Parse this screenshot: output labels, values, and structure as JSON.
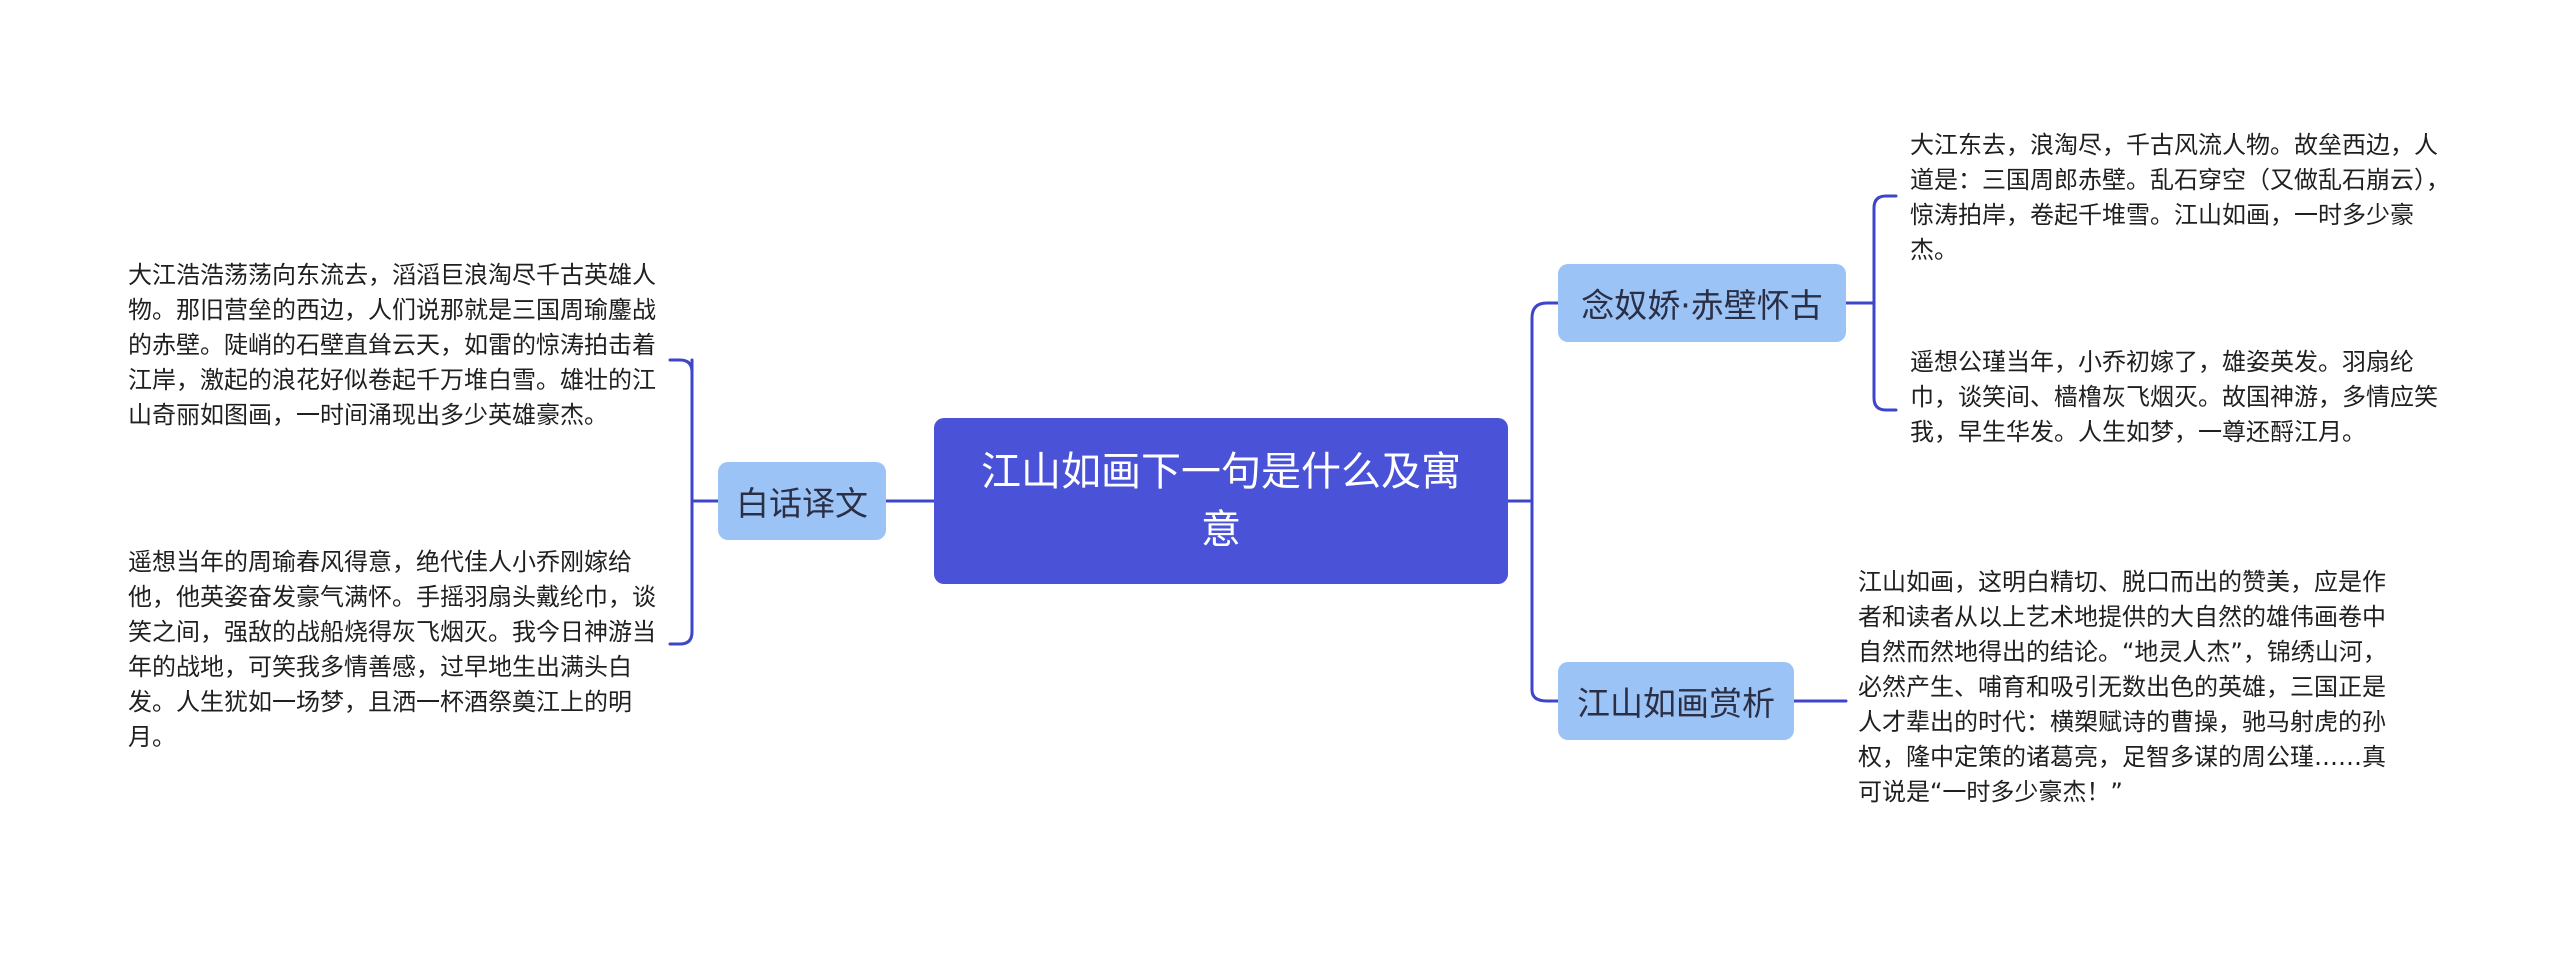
{
  "root": {
    "title": "江山如画下一句是什么及寓意"
  },
  "branches": [
    {
      "label": "白话译文",
      "leaves": [
        "大江浩浩荡荡向东流去，滔滔巨浪淘尽千古英雄人物。那旧营垒的西边，人们说那就是三国周瑜鏖战的赤壁。陡峭的石壁直耸云天，如雷的惊涛拍击着江岸，激起的浪花好似卷起千万堆白雪。雄壮的江山奇丽如图画，一时间涌现出多少英雄豪杰。",
        "遥想当年的周瑜春风得意，绝代佳人小乔刚嫁给他，他英姿奋发豪气满怀。手摇羽扇头戴纶巾，谈笑之间，强敌的战船烧得灰飞烟灭。我今日神游当年的战地，可笑我多情善感，过早地生出满头白发。人生犹如一场梦，且洒一杯酒祭奠江上的明月。"
      ]
    },
    {
      "label": "念奴娇·赤壁怀古",
      "leaves": [
        "大江东去，浪淘尽，千古风流人物。故垒西边，人道是：三国周郎赤壁。乱石穿空（又做乱石崩云），惊涛拍岸，卷起千堆雪。江山如画，一时多少豪杰。",
        "遥想公瑾当年，小乔初嫁了，雄姿英发。羽扇纶巾，谈笑间、樯橹灰飞烟灭。故国神游，多情应笑我，早生华发。人生如梦，一尊还酹江月。"
      ]
    },
    {
      "label": "江山如画赏析",
      "leaves": [
        "江山如画，这明白精切、脱口而出的赞美，应是作者和读者从以上艺术地提供的大自然的雄伟画卷中自然而然地得出的结论。“地灵人杰”，锦绣山河，必然产生、哺育和吸引无数出色的英雄，三国正是人才辈出的时代：横槊赋诗的曹操，驰马射虎的孙权，隆中定策的诸葛亮，足智多谋的周公瑾……真可说是“一时多少豪杰！”"
      ]
    }
  ],
  "colors": {
    "root_fill": "#4a52d8",
    "branch_fill": "#9cc3f5",
    "connector": "#3d46c9"
  }
}
